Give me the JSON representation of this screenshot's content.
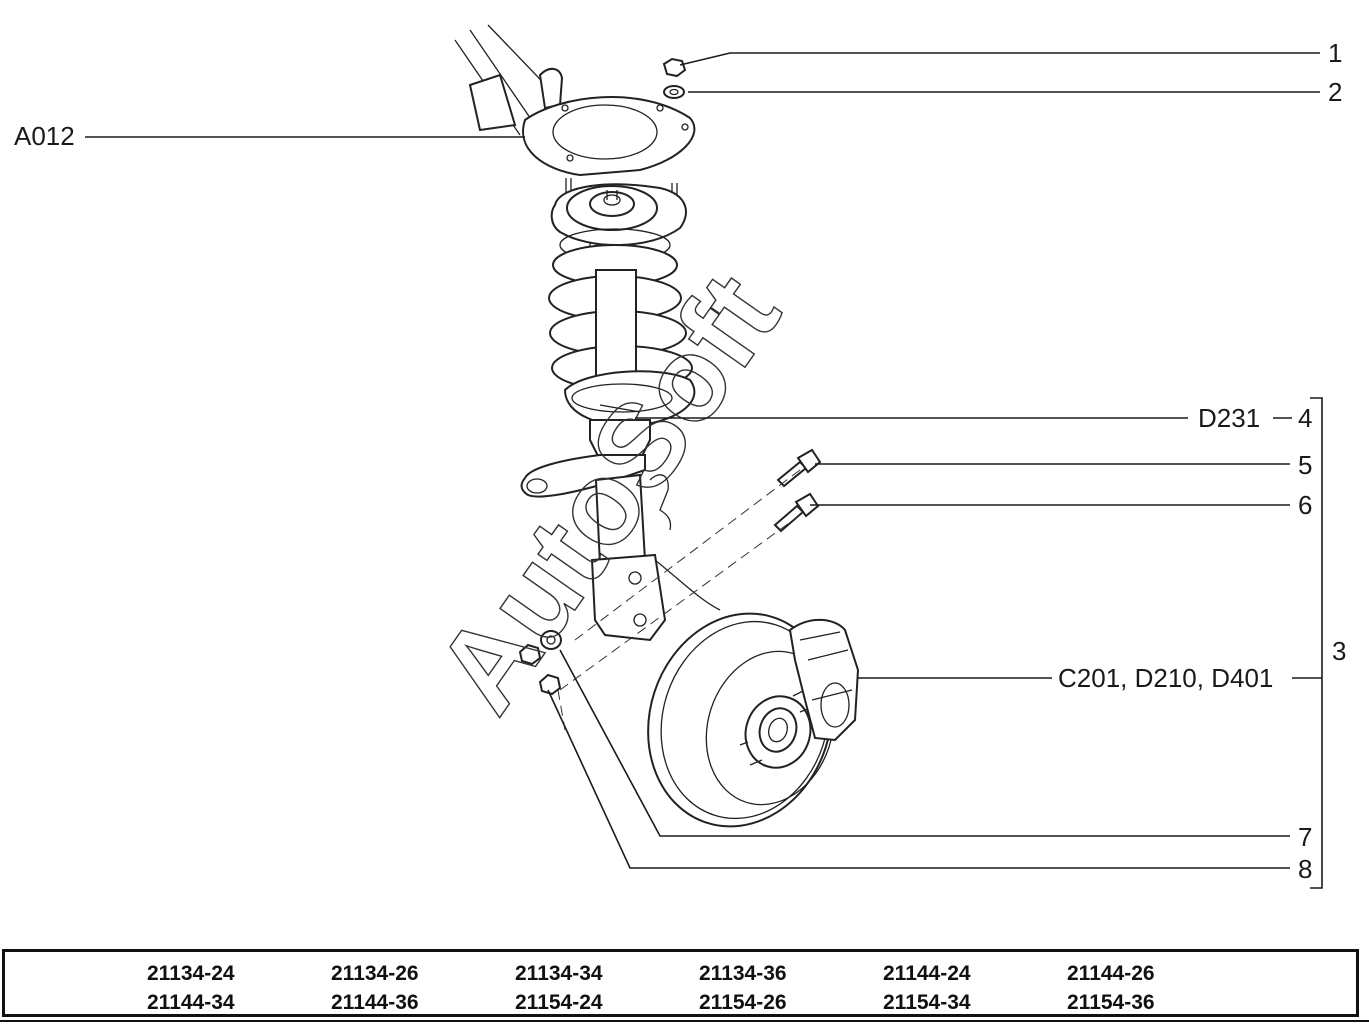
{
  "callouts": {
    "c1": "1",
    "c2": "2",
    "c3": "3",
    "c4": "4",
    "c5": "5",
    "c6": "6",
    "c7": "7",
    "c8": "8",
    "a012": "A012",
    "d231": "D231",
    "brake_refs": "C201, D210, D401"
  },
  "watermark": "AutoSoft",
  "models": [
    [
      "21134-24",
      "21134-26",
      "21134-34",
      "21134-36",
      "21144-24",
      "21144-26"
    ],
    [
      "21144-34",
      "21144-36",
      "21154-24",
      "21154-26",
      "21154-34",
      "21154-36"
    ]
  ]
}
